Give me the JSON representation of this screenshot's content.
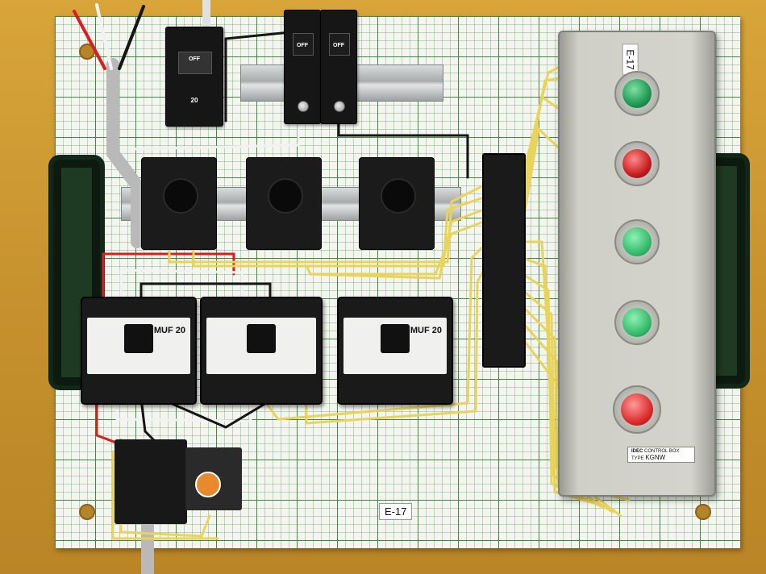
{
  "board": {
    "label": "E-17"
  },
  "control_box": {
    "tag": "E-17",
    "brand": "IDEC",
    "title": "CONTROL BOX",
    "type_label": "TYPE",
    "model": "KGNW",
    "buttons": [
      {
        "name": "green-pilot-lamp",
        "color": "#1f9a55"
      },
      {
        "name": "red-pilot-lamp",
        "color": "#c81e1e"
      },
      {
        "name": "green-pushbutton-upper",
        "color": "#2fb866"
      },
      {
        "name": "green-pushbutton-lower",
        "color": "#2fb866"
      },
      {
        "name": "red-pushbutton",
        "color": "#d92626"
      }
    ]
  },
  "main_breaker": {
    "state": "OFF",
    "rating": "20"
  },
  "branch_breakers": [
    {
      "state": "OFF"
    },
    {
      "state": "OFF"
    }
  ],
  "contactors": [
    {
      "model": "MUF 20"
    },
    {
      "model": ""
    },
    {
      "model": "MUF 20"
    }
  ],
  "colors": {
    "wire_yellow": "#e8d45a",
    "wire_red": "#d42020",
    "wire_black": "#151515",
    "wire_white": "#f2f2f2",
    "grid": "#3e8a3e",
    "frame_wood": "#c9962e"
  }
}
